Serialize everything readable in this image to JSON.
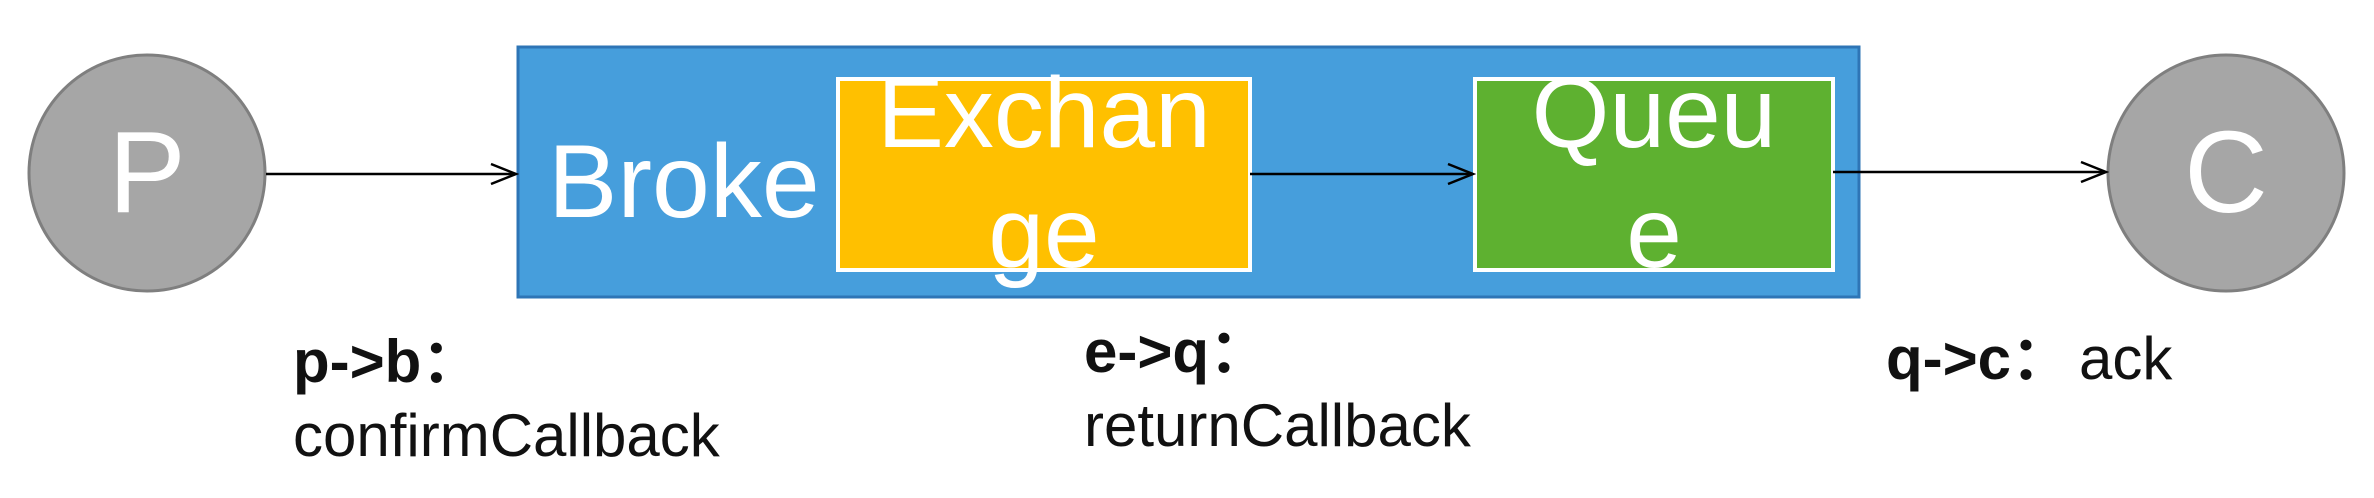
{
  "colors": {
    "broker_fill": "#469EDC",
    "broker_stroke": "#2E75B6",
    "exchange_fill": "#FFC000",
    "queue_fill": "#5EB130",
    "circle_fill": "#A6A6A6",
    "circle_stroke": "#7F7F7F",
    "arrow": "#000000"
  },
  "nodes": {
    "producer": "P",
    "consumer": "C",
    "broker": "Broke",
    "exchange_line1": "Exchan",
    "exchange_line2": "ge",
    "queue_line1": "Queu",
    "queue_line2": "e"
  },
  "labels": {
    "pb": {
      "title": "p->b",
      "sep": "：",
      "value": "confirmCallback"
    },
    "eq": {
      "title": "e->q",
      "sep": "：",
      "value": "returnCallback"
    },
    "qc": {
      "title": "q->c",
      "sep": "：",
      "value": "ack"
    }
  }
}
